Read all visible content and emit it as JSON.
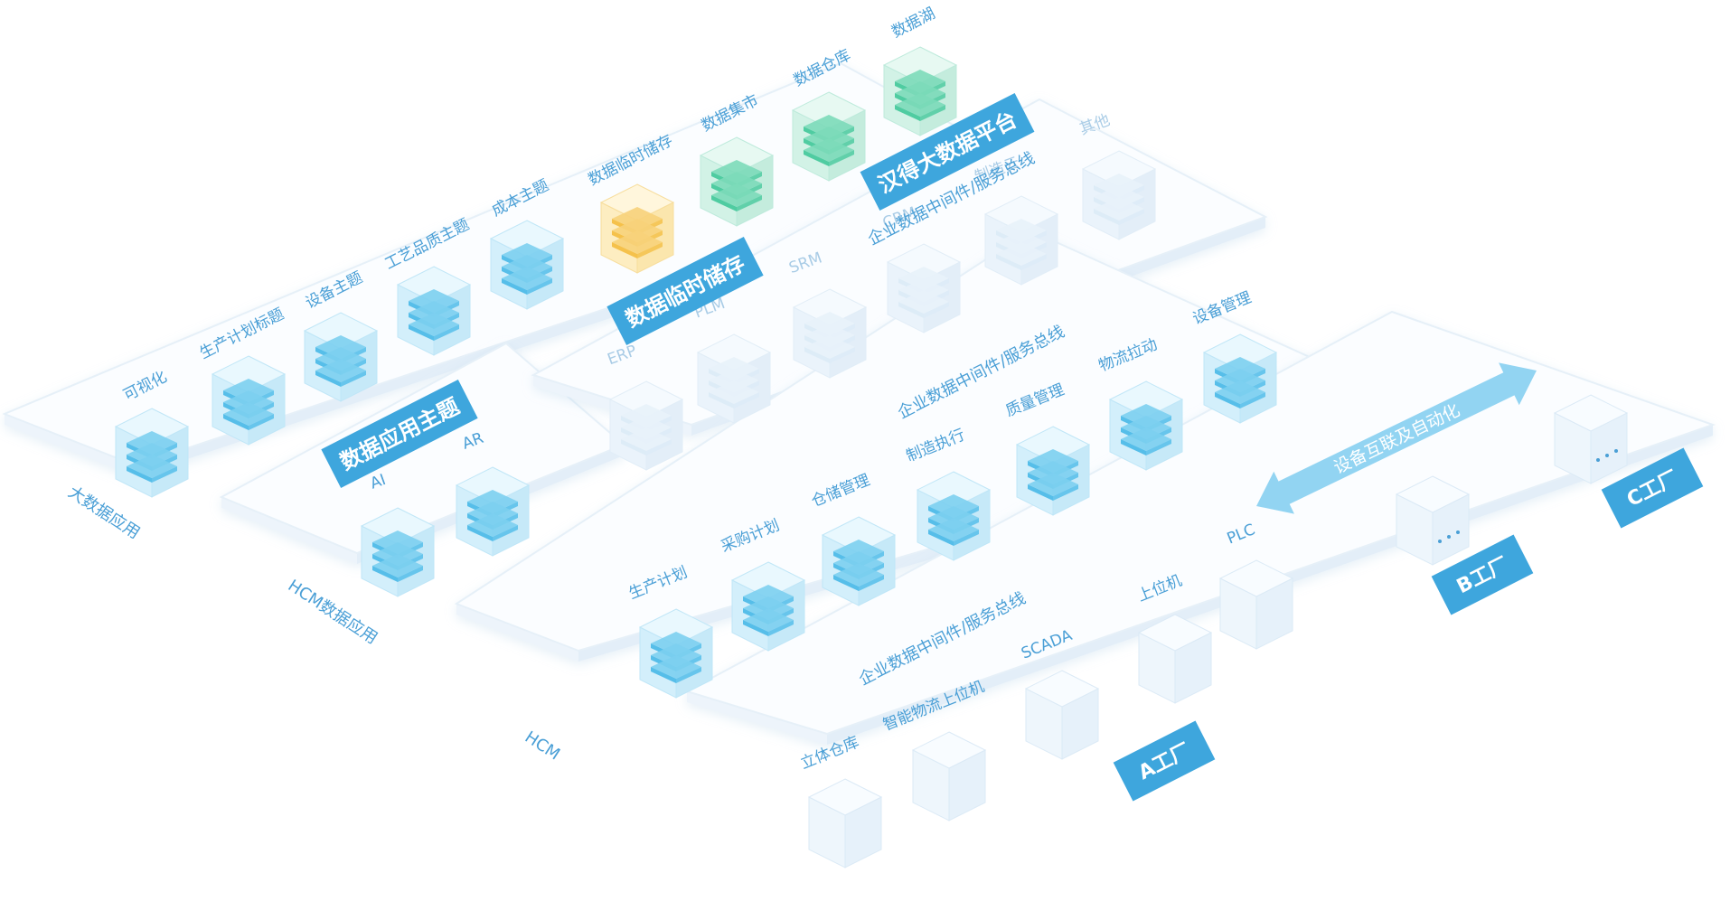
{
  "colors": {
    "platform_fill": "#fbfdff",
    "platform_stroke": "#e6f0f8",
    "banner": "#3ea6dd",
    "banner_text": "#ffffff",
    "label": "#4a9fd6",
    "label_faded": "#a9cce6",
    "cube_blue": "#54c0ea",
    "cube_green": "#52cfa6",
    "cube_yellow": "#f7c654",
    "cube_white": "#f2f8fd",
    "arrow": "#7fcdf0"
  },
  "banners": {
    "data_app_topic": "数据应用主题",
    "data_temp_storage": "数据临时储存",
    "big_data_platform": "汉得大数据平台",
    "factory_a": "A工厂",
    "factory_b": "B工厂",
    "factory_c": "C工厂"
  },
  "side_labels": {
    "big_data_app": "大数据应用",
    "hcm_data_app": "HCM数据应用",
    "hcm": "HCM"
  },
  "bus_labels": {
    "bus_top": "企业数据中间件/服务总线",
    "bus_mid": "企业数据中间件/服务总线",
    "bus_bottom": "企业数据中间件/服务总线"
  },
  "arrow_label": "设备互联及自动化",
  "topic_items": [
    "可视化",
    "生产计划标题",
    "设备主题",
    "工艺品质主题",
    "成本主题"
  ],
  "storage_items": [
    "数据临时储存",
    "数据集市",
    "数据仓库",
    "数据湖"
  ],
  "hcm_app_items": [
    "AI",
    "AR"
  ],
  "enterprise_items": [
    "ERP",
    "PLM",
    "SRM",
    "CRM",
    "制造云",
    "其他"
  ],
  "hcm_items": [
    "生产计划",
    "采购计划",
    "仓储管理",
    "制造执行",
    "质量管理",
    "物流拉动",
    "设备管理"
  ],
  "factory_items": [
    "立体仓库",
    "智能物流上位机",
    "SCADA",
    "上位机",
    "PLC"
  ],
  "factory_b_item": "…",
  "factory_c_item": "…"
}
